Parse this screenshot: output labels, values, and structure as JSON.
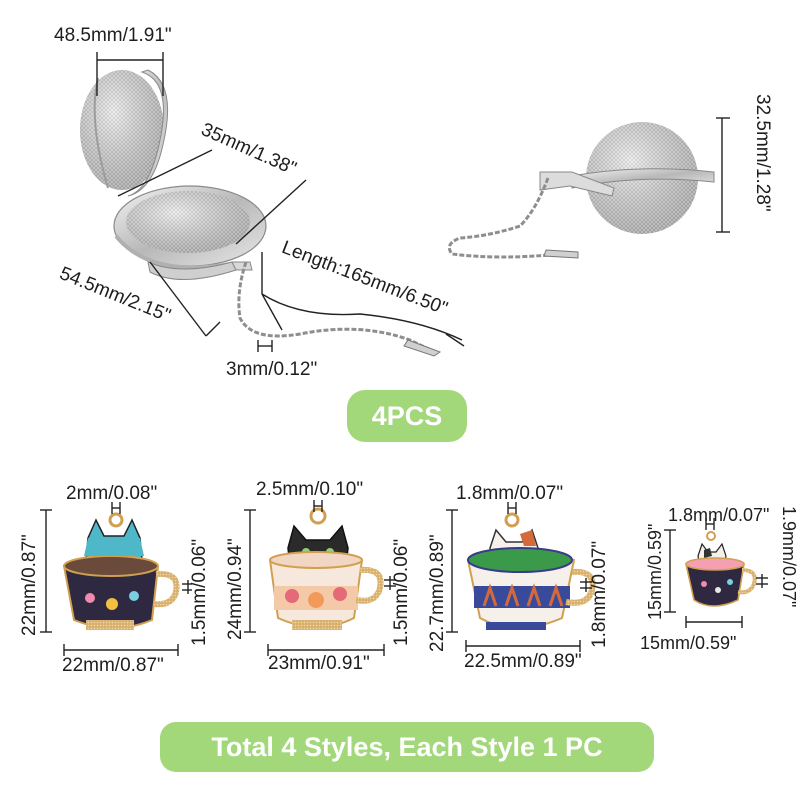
{
  "infuser": {
    "dimensions": {
      "top_width": "48.5mm/1.91\"",
      "inner_diameter": "35mm/1.38\"",
      "outer_diameter": "54.5mm/2.15\"",
      "length": "Length:165mm/6.50\"",
      "chain_width": "3mm/0.12\"",
      "ball_height": "32.5mm/1.28\""
    },
    "metal_color": "#c8c8c8"
  },
  "quantity_badge": {
    "label": "4PCS",
    "color": "#a2d77a"
  },
  "charms": [
    {
      "style": "blue-cat-cup",
      "loop": "2mm/0.08\"",
      "height": "22mm/0.87\"",
      "width": "22mm/0.87\"",
      "handle": "1.5mm/0.06\""
    },
    {
      "style": "black-cat-cup",
      "loop": "2.5mm/0.10\"",
      "height": "24mm/0.94\"",
      "width": "23mm/0.91\"",
      "handle": "1.5mm/0.06\""
    },
    {
      "style": "calico-cat-cup",
      "loop": "1.8mm/0.07\"",
      "height": "22.7mm/0.89\"",
      "width": "22.5mm/0.89\"",
      "handle": "1.8mm/0.07\""
    },
    {
      "style": "small-cat-cup",
      "loop": "1.8mm/0.07\"",
      "height": "15mm/0.59\"",
      "width": "15mm/0.59\"",
      "handle": "1.9mm/0.07\""
    }
  ],
  "styles_badge": {
    "label": "Total 4 Styles, Each Style 1 PC",
    "color": "#a2d77a"
  }
}
